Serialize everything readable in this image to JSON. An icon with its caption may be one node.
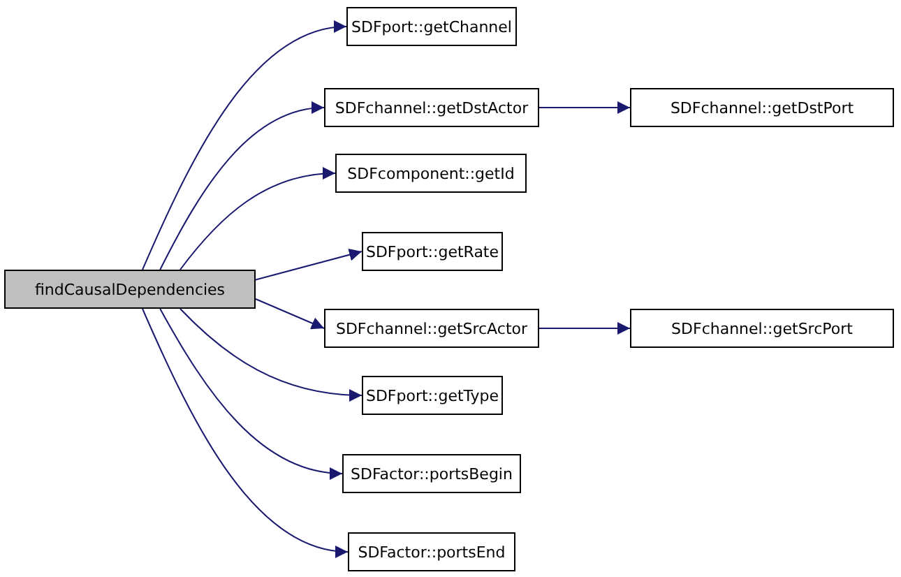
{
  "diagram": {
    "nodes": [
      {
        "text": [
          "findCausalDependencies"
        ]
      },
      {
        "text": [
          "SDFport::getChannel"
        ]
      },
      {
        "text": [
          "SDFchannel::getDstActor"
        ]
      },
      {
        "text": [
          "SDFchannel::getDstPort"
        ]
      },
      {
        "text": [
          "SDFcomponent::getId"
        ]
      },
      {
        "text": [
          "SDFport::getRate"
        ]
      },
      {
        "text": [
          "SDFchannel::getSrcActor"
        ]
      },
      {
        "text": [
          "SDFchannel::getSrcPort"
        ]
      },
      {
        "text": [
          "SDFport::getType"
        ]
      },
      {
        "text": [
          "SDFactor::portsBegin"
        ]
      },
      {
        "text": [
          "SDFactor::portsEnd"
        ]
      }
    ],
    "edges": [
      {
        "from": 0,
        "to": 1,
        "arrow": "to"
      },
      {
        "from": 0,
        "to": 2,
        "arrow": "to"
      },
      {
        "from": 2,
        "to": 3,
        "arrow": "to"
      },
      {
        "from": 0,
        "to": 4,
        "arrow": "to"
      },
      {
        "from": 0,
        "to": 5,
        "arrow": "to"
      },
      {
        "from": 0,
        "to": 6,
        "arrow": "to"
      },
      {
        "from": 6,
        "to": 7,
        "arrow": "to"
      },
      {
        "from": 0,
        "to": 8,
        "arrow": "to"
      },
      {
        "from": 0,
        "to": 9,
        "arrow": "to"
      },
      {
        "from": 0,
        "to": 10,
        "arrow": "to"
      }
    ]
  }
}
